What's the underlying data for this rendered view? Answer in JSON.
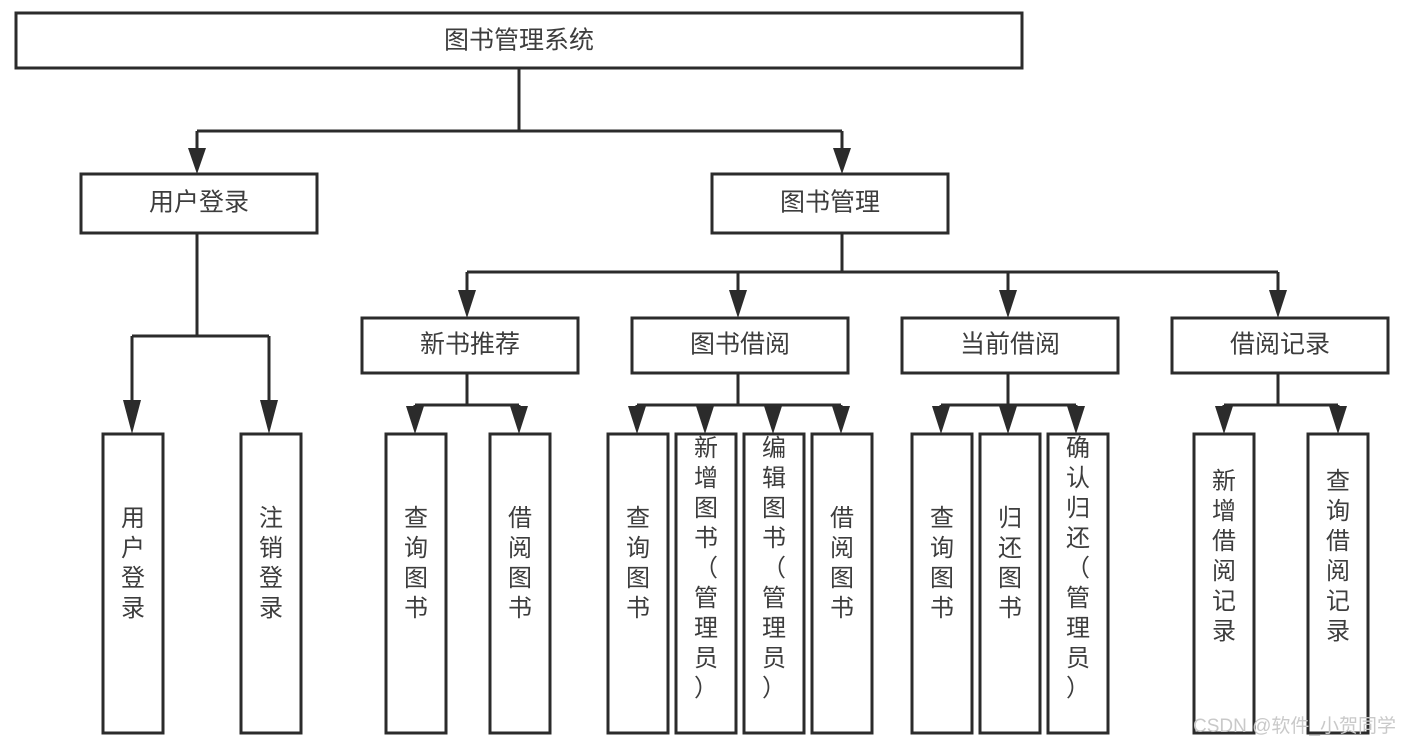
{
  "diagram": {
    "type": "tree",
    "title": "图书管理系统",
    "watermark": "CSDN @软件_小贺同学",
    "colors": {
      "background": "#ffffff",
      "box_fill": "#ffffff",
      "box_stroke": "#2b2b2b",
      "text": "#3d3d3d",
      "connector": "#2b2b2b",
      "watermark": "#c9c9c9"
    },
    "levels": {
      "level1": [
        {
          "id": "root",
          "label": "图书管理系统",
          "orientation": "horizontal"
        }
      ],
      "level2": [
        {
          "id": "user-login",
          "label": "用户登录",
          "orientation": "horizontal",
          "parent": "root"
        },
        {
          "id": "book-manage",
          "label": "图书管理",
          "orientation": "horizontal",
          "parent": "root"
        }
      ],
      "level3": [
        {
          "id": "new-book-rec",
          "label": "新书推荐",
          "orientation": "horizontal",
          "parent": "book-manage"
        },
        {
          "id": "book-borrow",
          "label": "图书借阅",
          "orientation": "horizontal",
          "parent": "book-manage"
        },
        {
          "id": "current-borrow",
          "label": "当前借阅",
          "orientation": "horizontal",
          "parent": "book-manage"
        },
        {
          "id": "borrow-record",
          "label": "借阅记录",
          "orientation": "horizontal",
          "parent": "book-manage"
        }
      ],
      "level4": [
        {
          "id": "leaf-user-login",
          "label": "用户登录",
          "orientation": "vertical",
          "parent": "user-login"
        },
        {
          "id": "leaf-logout",
          "label": "注销登录",
          "orientation": "vertical",
          "parent": "user-login"
        },
        {
          "id": "leaf-query-book-1",
          "label": "查询图书",
          "orientation": "vertical",
          "parent": "new-book-rec"
        },
        {
          "id": "leaf-borrow-book-1",
          "label": "借阅图书",
          "orientation": "vertical",
          "parent": "new-book-rec"
        },
        {
          "id": "leaf-query-book-2",
          "label": "查询图书",
          "orientation": "vertical",
          "parent": "book-borrow"
        },
        {
          "id": "leaf-add-book",
          "label": "新增图书（管理员）",
          "orientation": "vertical",
          "parent": "book-borrow"
        },
        {
          "id": "leaf-edit-book",
          "label": "编辑图书（管理员）",
          "orientation": "vertical",
          "parent": "book-borrow"
        },
        {
          "id": "leaf-borrow-book-2",
          "label": "借阅图书",
          "orientation": "vertical",
          "parent": "book-borrow"
        },
        {
          "id": "leaf-query-book-3",
          "label": "查询图书",
          "orientation": "vertical",
          "parent": "current-borrow"
        },
        {
          "id": "leaf-return-book",
          "label": "归还图书",
          "orientation": "vertical",
          "parent": "current-borrow"
        },
        {
          "id": "leaf-confirm-return",
          "label": "确认归还（管理员）",
          "orientation": "vertical",
          "parent": "current-borrow"
        },
        {
          "id": "leaf-add-record",
          "label": "新增借阅记录",
          "orientation": "vertical",
          "parent": "borrow-record"
        },
        {
          "id": "leaf-query-record",
          "label": "查询借阅记录",
          "orientation": "vertical",
          "parent": "borrow-record"
        }
      ]
    }
  }
}
